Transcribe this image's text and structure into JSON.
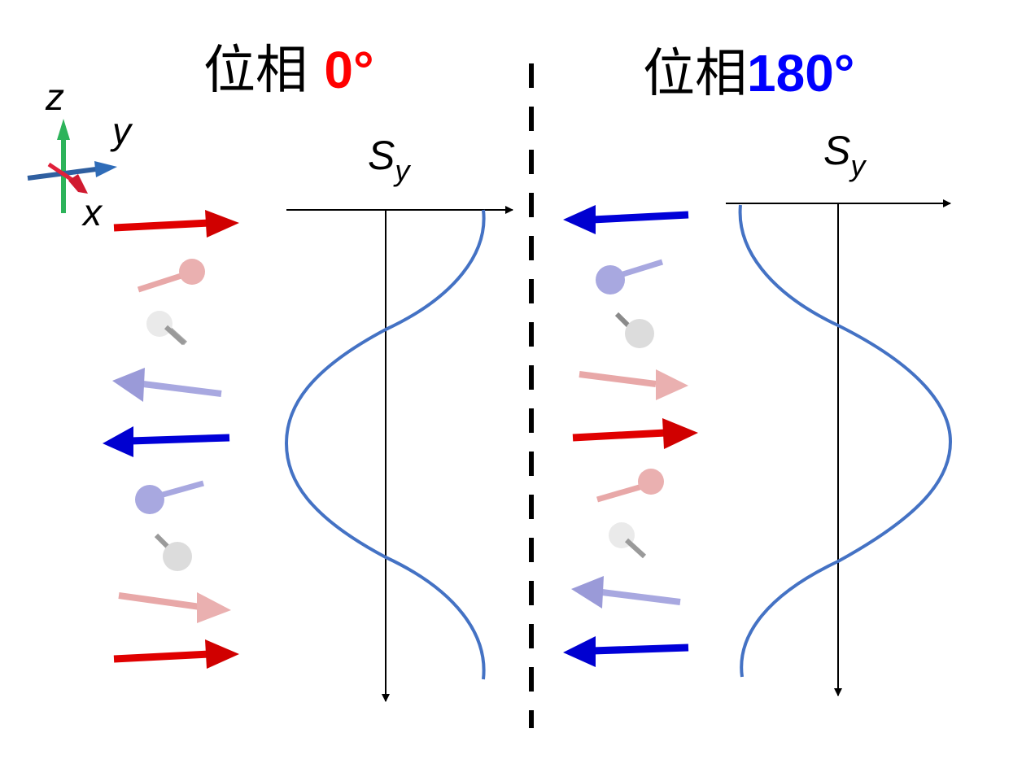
{
  "panels": [
    {
      "title_prefix": "位相 ",
      "phase_value": "0°",
      "phase_color": "#ff0000",
      "axis_label_main": "S",
      "axis_label_sub": "y",
      "spins_top_to_bottom": [
        "+y (red)",
        "+y tilted (light red)",
        "+x (gray)",
        "-y tilted (light blue)",
        "-y (blue)",
        "-y tilted (light blue)",
        "-x (gray)",
        "+y tilted (light red)",
        "+y (red)"
      ],
      "curve": "Sy = cos(phase along z)"
    },
    {
      "title_prefix": "位相",
      "phase_value": "180°",
      "phase_color": "#0000ff",
      "axis_label_main": "S",
      "axis_label_sub": "y",
      "spins_top_to_bottom": [
        "-y (blue)",
        "-y tilted (light blue)",
        "-x (gray)",
        "+y tilted (light red)",
        "+y (red)",
        "+y tilted (light red)",
        "+x (gray)",
        "-y tilted (light blue)",
        "-y (blue)"
      ],
      "curve": "Sy = -cos(phase along z)"
    }
  ],
  "coordinate_axes": {
    "x": "x",
    "y": "y",
    "z": "z"
  },
  "colors": {
    "positive_spin": "#e00000",
    "negative_spin": "#0000d8",
    "curve": "#4472c4",
    "light_red": "#e8a8a8",
    "light_blue": "#a8a8e0",
    "gray": "#cccccc"
  }
}
